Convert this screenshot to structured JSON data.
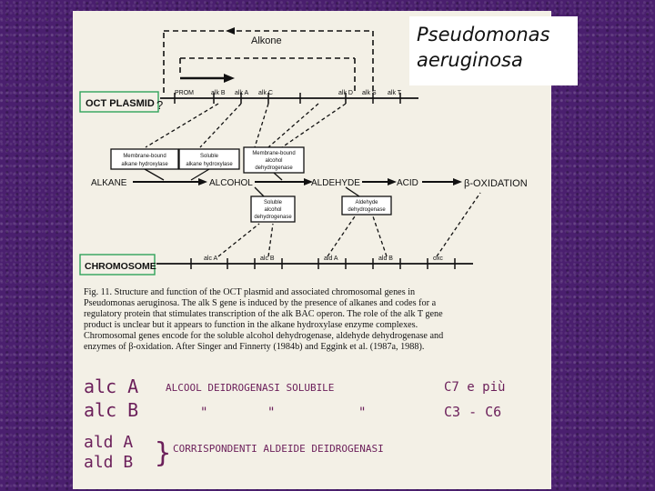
{
  "title": {
    "line1": "Pseudomonas",
    "line2": "aeruginosa"
  },
  "diagram": {
    "alkane_loop_label": "Alkone",
    "plasmid_label": "OCT PLASMID",
    "plasmid_question": "?",
    "plasmid_genes": [
      "PROM",
      "alk B",
      "alk A",
      "alk C",
      "alk D",
      "alk S",
      "alk T"
    ],
    "enzyme_boxes": {
      "membrane_bound_hydroxylase": [
        "Membrane-bound",
        "alkane hydroxylase"
      ],
      "soluble_hydroxylase": [
        "Soluble",
        "alkane hydroxylase"
      ],
      "membrane_bound_alcohol_dh": [
        "Membrane-bound",
        "alcohol",
        "dehydrogenase"
      ],
      "soluble_alcohol_dh": [
        "Soluble",
        "alcohol",
        "dehydrogenase"
      ],
      "aldehyde_dh": [
        "Aldehyde",
        "dehydrogenase"
      ]
    },
    "pathway": [
      "ALKANE",
      "ALCOHOL",
      "ALDEHYDE",
      "ACID",
      "β-OXIDATION"
    ],
    "chromosome_label": "CHROMOSOME",
    "chromosome_genes": [
      "alc A",
      "alc B",
      "ald A",
      "ald B",
      "oxc"
    ]
  },
  "caption": {
    "lines": [
      "Fig. 11. Structure and function of the OCT plasmid and associated chromosomal genes in",
      "Pseudomonas aeruginosa. The alk S gene is induced by the presence of alkanes and codes for a",
      "regulatory protein that stimulates transcription of the alk BAC operon. The role of the alk T gene",
      "product is unclear but it appears to function in the alkane hydroxylase enzyme complexes.",
      "Chromosomal genes encode for the soluble alcohol dehydrogenase, aldehyde dehydrogenase and",
      "enzymes of β-oxidation. After Singer and Finnerty (1984b) and Eggink et al. (1987a, 1988)."
    ]
  },
  "handwritten_notes": {
    "row1": {
      "gene": "alc A",
      "note": "ALCOOL DEIDROGENASI SOLUBILE",
      "range": "C7 e più"
    },
    "row2": {
      "gene": "alc B",
      "ditto1": "\"",
      "ditto2": "\"",
      "ditto3": "\"",
      "range": "C3 - C6"
    },
    "row3": {
      "gene1": "ald A",
      "gene2": "ald B",
      "brace": "}",
      "note": "CORRISPONDENTI ALDEIDE DEIDROGENASI"
    }
  },
  "colors": {
    "background": "#4a1f6e",
    "paper": "#f3f0e6",
    "handwriting": "#6b1f5a",
    "label_box": "#2fa25a"
  }
}
